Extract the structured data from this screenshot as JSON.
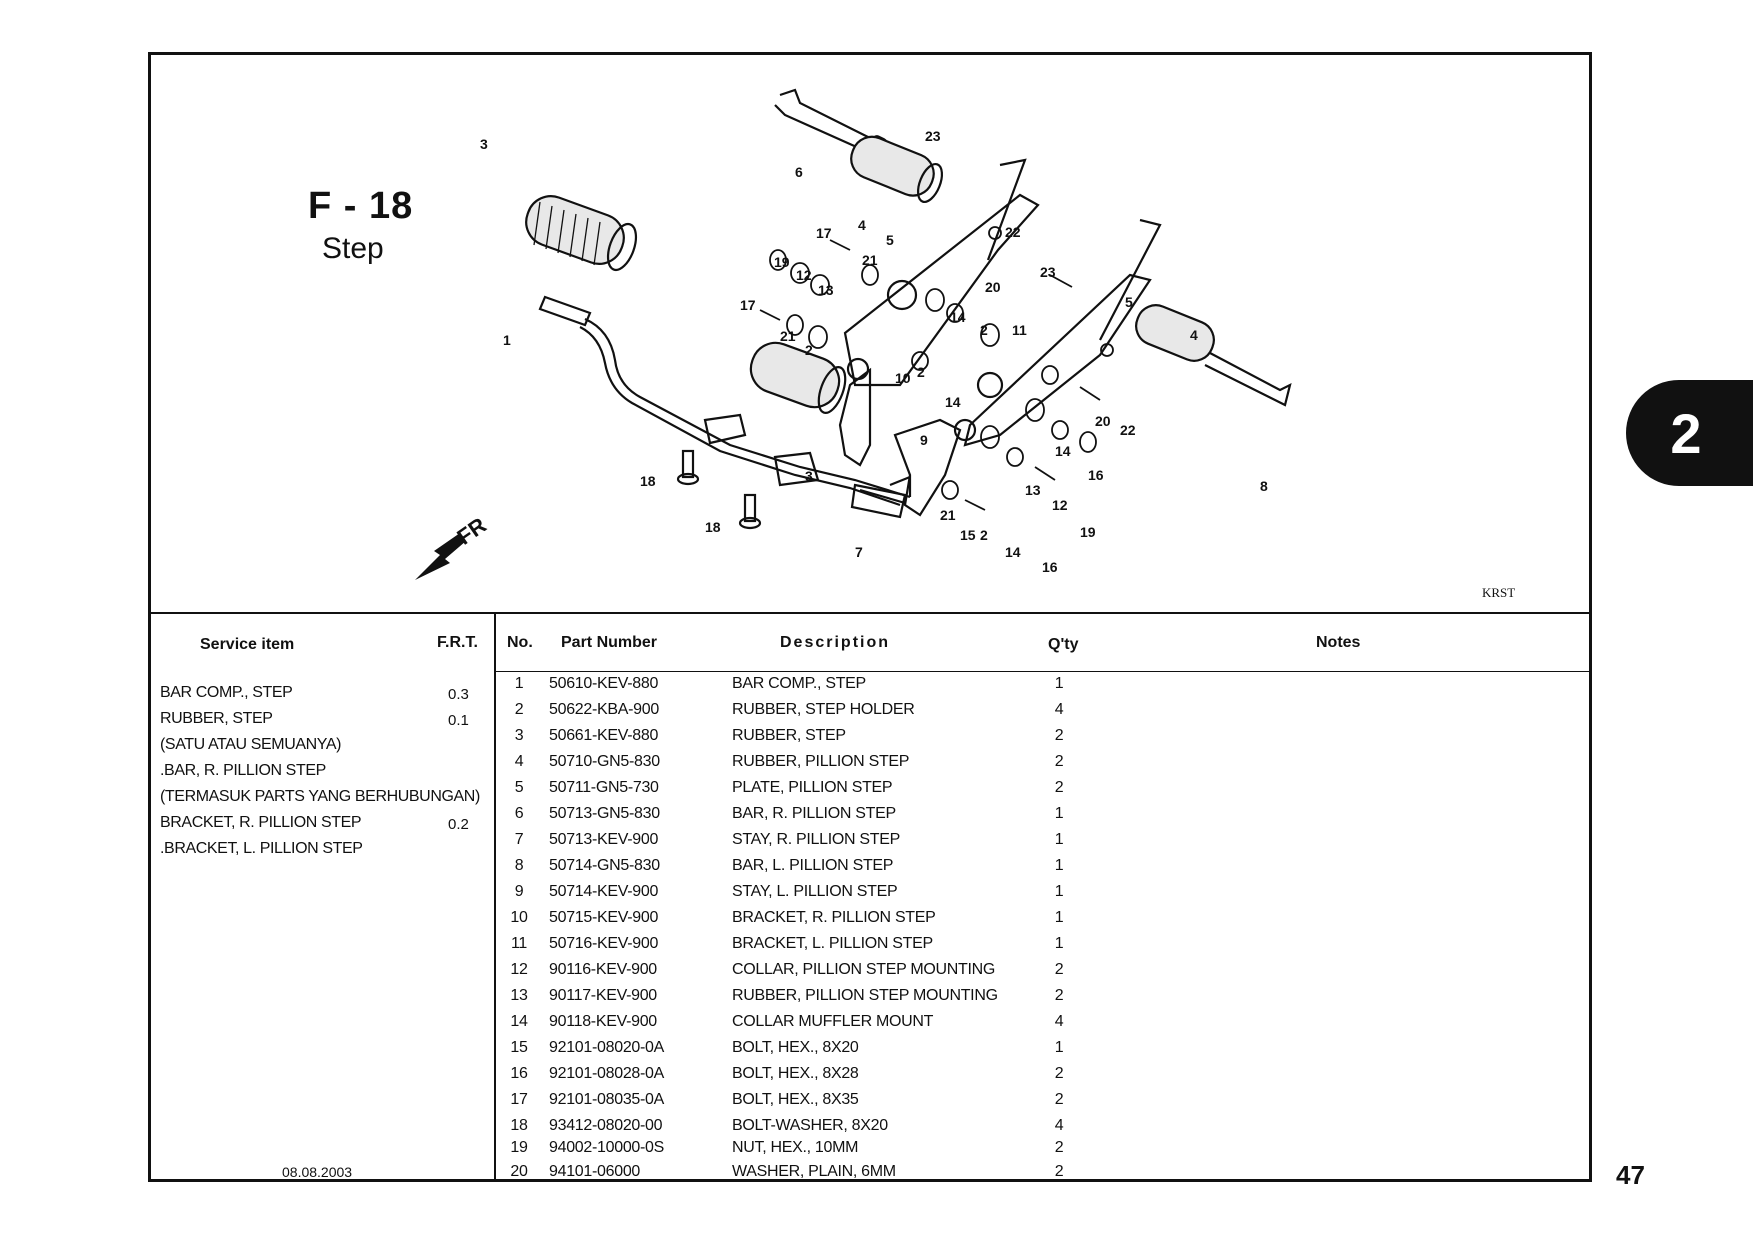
{
  "figure": {
    "code": "F - 18",
    "name": "Step",
    "code_small": "KRST"
  },
  "diagram": {
    "direction_label": "FR",
    "callouts": [
      "1",
      "2",
      "3",
      "4",
      "5",
      "6",
      "7",
      "8",
      "9",
      "10",
      "11",
      "12",
      "13",
      "14",
      "15",
      "16",
      "17",
      "18",
      "19",
      "20",
      "21",
      "22",
      "23"
    ]
  },
  "headers": {
    "service_item": "Service item",
    "frt": "F.R.T.",
    "no": "No.",
    "part_number": "Part Number",
    "description": "Description",
    "qty": "Q'ty",
    "notes": "Notes"
  },
  "service_items": [
    {
      "item": "BAR COMP., STEP",
      "frt": "0.3"
    },
    {
      "item": "RUBBER, STEP",
      "frt": "0.1"
    },
    {
      "item": "(SATU ATAU SEMUANYA)",
      "frt": ""
    },
    {
      "item": ".BAR, R. PILLION STEP",
      "frt": ""
    },
    {
      "item": "(TERMASUK PARTS YANG BERHUBUNGAN)",
      "frt": ""
    },
    {
      "item": "BRACKET, R. PILLION STEP",
      "frt": "0.2"
    },
    {
      "item": ".BRACKET, L. PILLION STEP",
      "frt": ""
    }
  ],
  "parts": [
    {
      "no": "1",
      "part_number": "50610-KEV-880",
      "description": "BAR COMP., STEP",
      "qty": "1"
    },
    {
      "no": "2",
      "part_number": "50622-KBA-900",
      "description": "RUBBER, STEP HOLDER",
      "qty": "4"
    },
    {
      "no": "3",
      "part_number": "50661-KEV-880",
      "description": "RUBBER, STEP",
      "qty": "2"
    },
    {
      "no": "4",
      "part_number": "50710-GN5-830",
      "description": "RUBBER, PILLION STEP",
      "qty": "2"
    },
    {
      "no": "5",
      "part_number": "50711-GN5-730",
      "description": "PLATE, PILLION STEP",
      "qty": "2"
    },
    {
      "no": "6",
      "part_number": "50713-GN5-830",
      "description": "BAR, R. PILLION STEP",
      "qty": "1"
    },
    {
      "no": "7",
      "part_number": "50713-KEV-900",
      "description": "STAY, R. PILLION STEP",
      "qty": "1"
    },
    {
      "no": "8",
      "part_number": "50714-GN5-830",
      "description": "BAR, L. PILLION STEP",
      "qty": "1"
    },
    {
      "no": "9",
      "part_number": "50714-KEV-900",
      "description": "STAY, L. PILLION STEP",
      "qty": "1"
    },
    {
      "no": "10",
      "part_number": "50715-KEV-900",
      "description": "BRACKET, R. PILLION STEP",
      "qty": "1"
    },
    {
      "no": "11",
      "part_number": "50716-KEV-900",
      "description": "BRACKET, L. PILLION STEP",
      "qty": "1"
    },
    {
      "no": "12",
      "part_number": "90116-KEV-900",
      "description": "COLLAR, PILLION STEP MOUNTING",
      "qty": "2"
    },
    {
      "no": "13",
      "part_number": "90117-KEV-900",
      "description": "RUBBER, PILLION STEP MOUNTING",
      "qty": "2"
    },
    {
      "no": "14",
      "part_number": "90118-KEV-900",
      "description": "COLLAR MUFFLER MOUNT",
      "qty": "4"
    },
    {
      "no": "15",
      "part_number": "92101-08020-0A",
      "description": "BOLT, HEX., 8X20",
      "qty": "1"
    },
    {
      "no": "16",
      "part_number": "92101-08028-0A",
      "description": "BOLT, HEX., 8X28",
      "qty": "2"
    },
    {
      "no": "17",
      "part_number": "92101-08035-0A",
      "description": "BOLT, HEX., 8X35",
      "qty": "2"
    },
    {
      "no": "18",
      "part_number": "93412-08020-00",
      "description": "BOLT-WASHER, 8X20",
      "qty": "4"
    },
    {
      "no": "19",
      "part_number": "94002-10000-0S",
      "description": "NUT, HEX., 10MM",
      "qty": "2"
    },
    {
      "no": "20",
      "part_number": "94101-06000",
      "description": "WASHER, PLAIN, 6MM",
      "qty": "2"
    }
  ],
  "footer": {
    "date": "08.08.2003",
    "section_tab": "2",
    "page_number": "47"
  }
}
